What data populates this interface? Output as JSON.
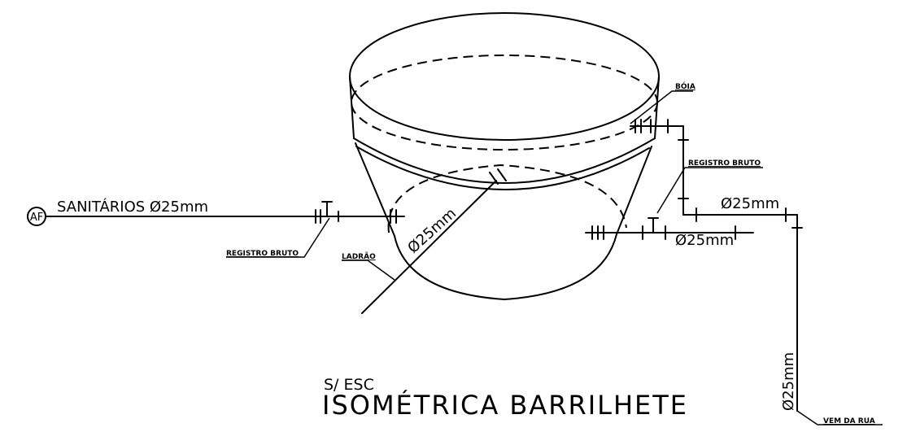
{
  "labels": {
    "af": "AF",
    "sanitarios": "SANITÁRIOS Ø25mm",
    "registro_bruto_left": "REGISTRO BRUTO",
    "ladrao": "LADRÃO",
    "ladrao_diameter": "Ø25mm",
    "boia": "BÓIA",
    "registro_bruto_right": "REGISTRO BRUTO",
    "pipe_upper_right": "Ø25mm",
    "pipe_lower_right": "Ø25mm",
    "pipe_vertical": "Ø25mm",
    "vem_da_rua": "VEM DA RUA"
  },
  "title": {
    "scale": "S/ ESC",
    "main": "ISOMÉTRICA BARRILHETE"
  }
}
